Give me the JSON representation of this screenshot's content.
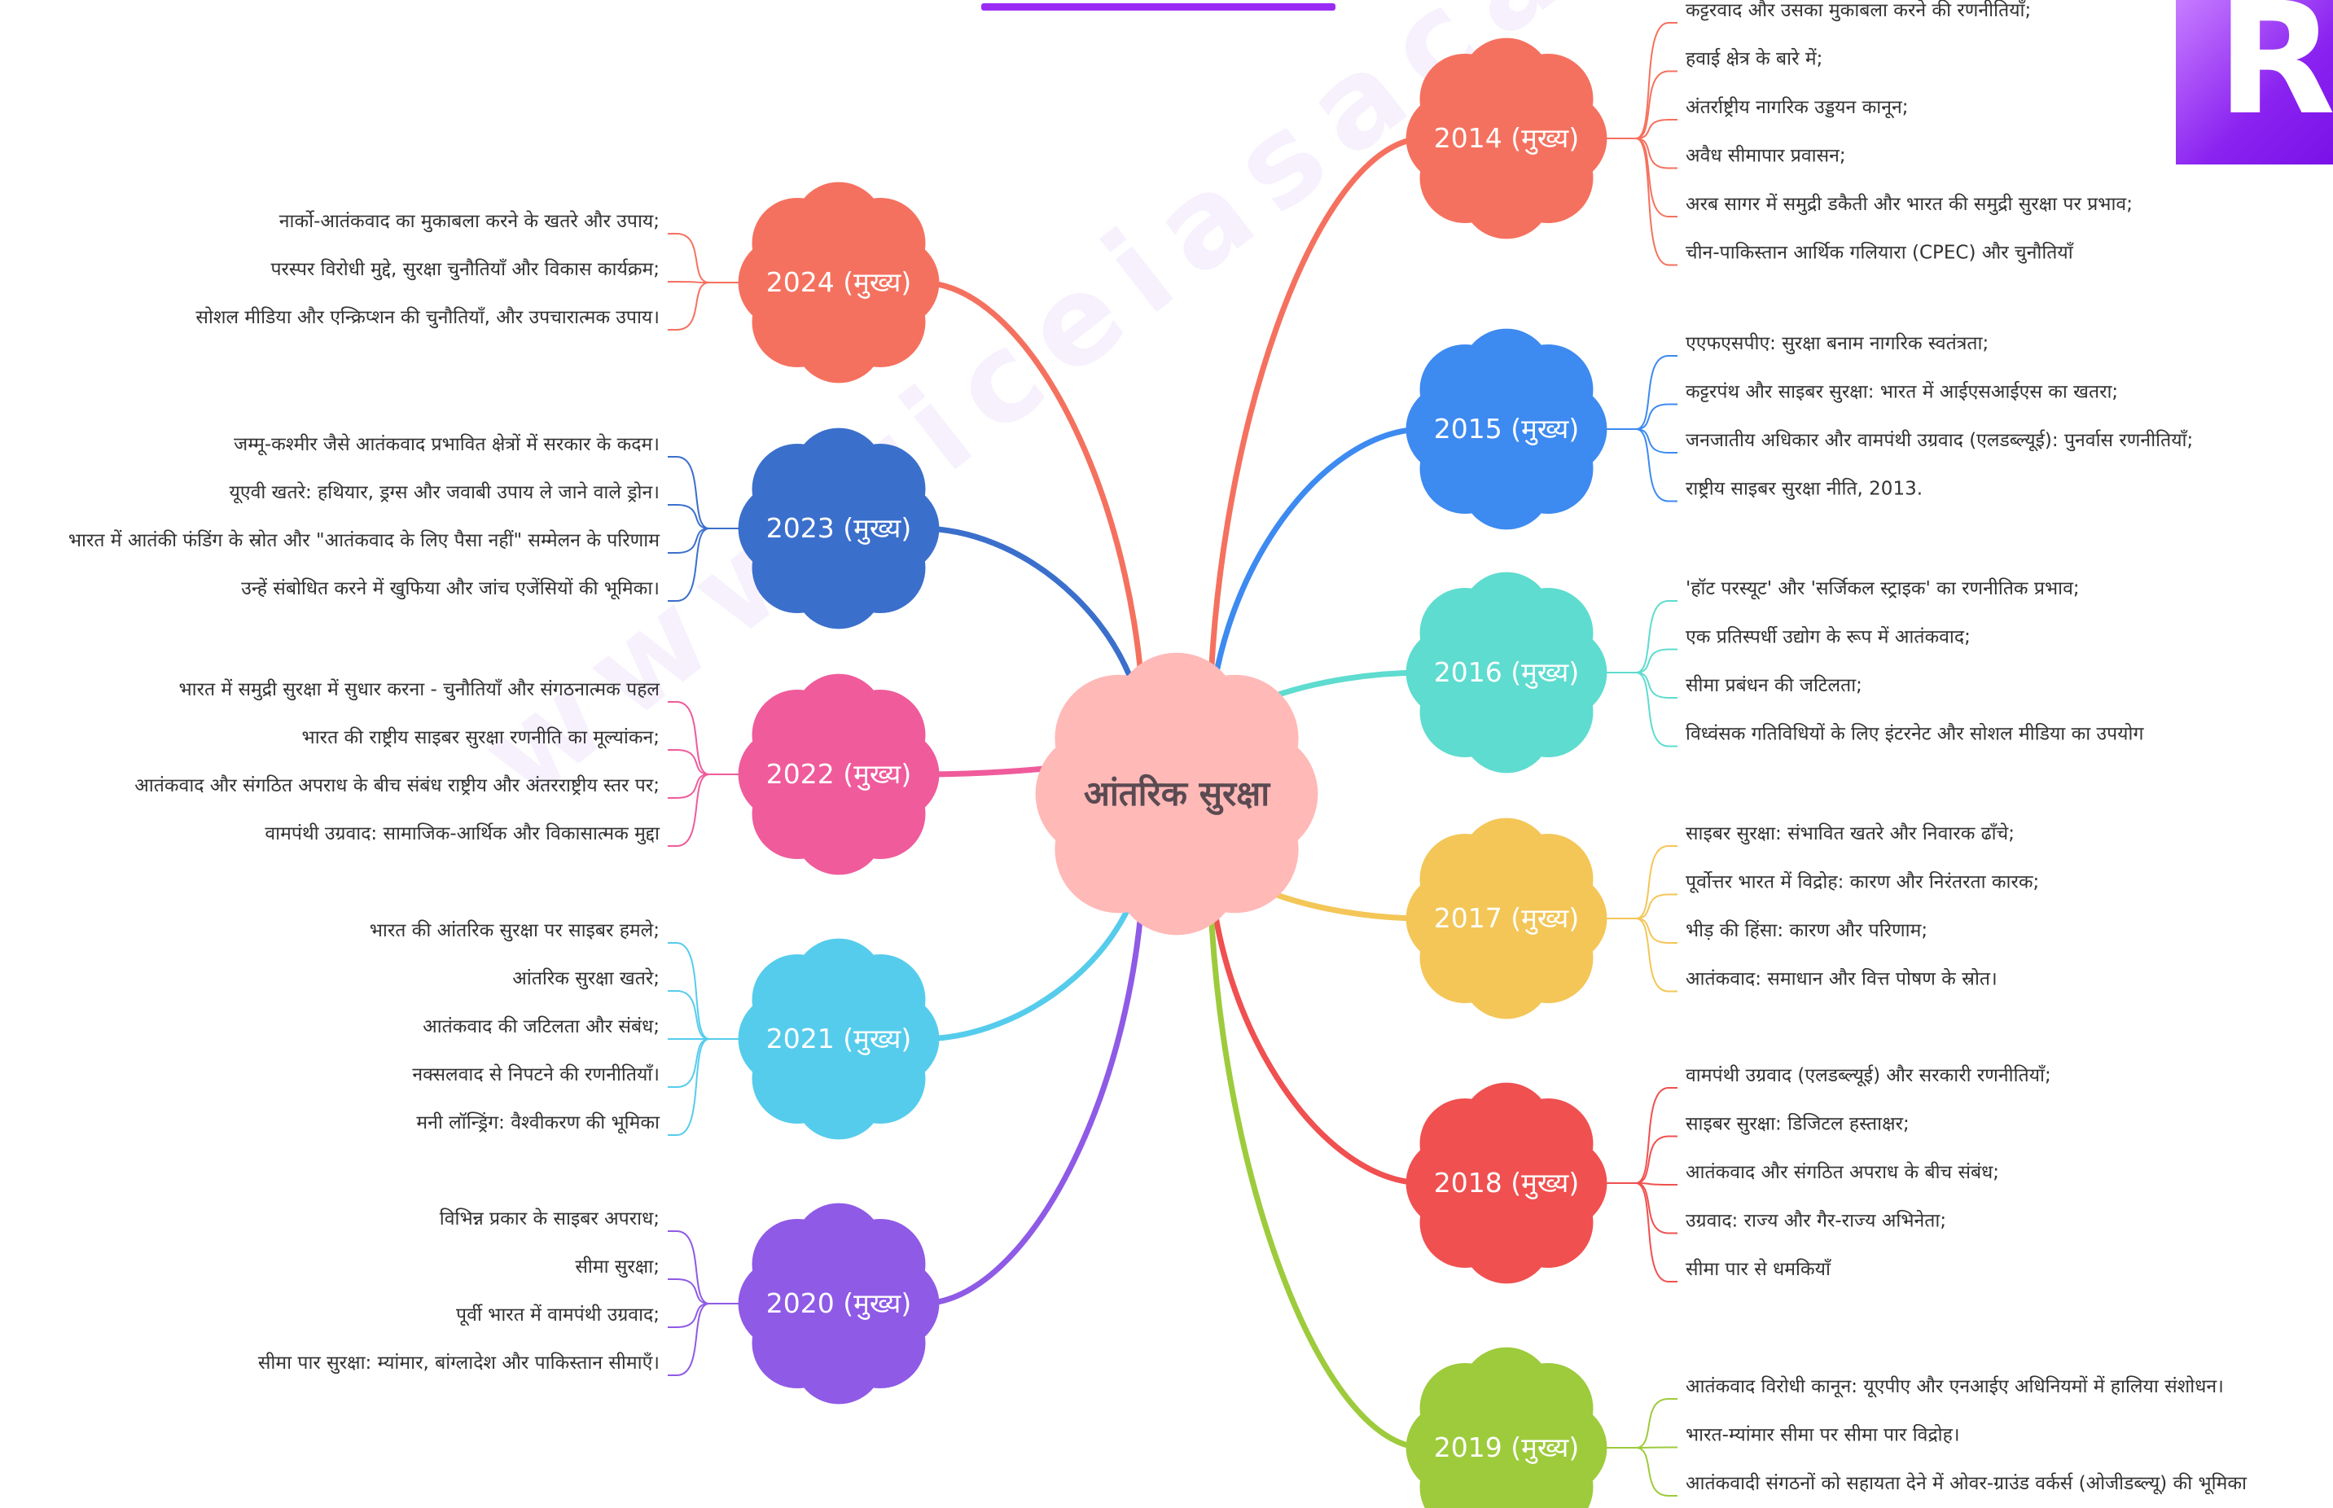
{
  "center": {
    "label": "आंतरिक सुरक्षा",
    "color": "#ffb9b7",
    "text_color": "#5a4a52"
  },
  "watermark": "www.riceiasacademy.com",
  "branches": [
    {
      "year_label": "2014 (मुख्य)",
      "color": "#f5715f",
      "side": "right",
      "topics": [
        "कट्टरवाद और उसका मुकाबला करने की रणनीतियाँ;",
        "हवाई क्षेत्र के बारे में;",
        "अंतर्राष्ट्रीय नागरिक उड्डयन कानून;",
        "अवैध सीमापार प्रवासन;",
        "अरब सागर में समुद्री डकैती और भारत की समुद्री सुरक्षा पर प्रभाव;",
        "चीन-पाकिस्तान आर्थिक गलियारा (CPEC) और चुनौतियाँ"
      ]
    },
    {
      "year_label": "2015 (मुख्य)",
      "color": "#3d8af0",
      "side": "right",
      "topics": [
        "एएफएसपीए: सुरक्षा बनाम नागरिक स्वतंत्रता;",
        "कट्टरपंथ और साइबर सुरक्षा: भारत में आईएसआईएस का खतरा;",
        "जनजातीय अधिकार और वामपंथी उग्रवाद (एलडब्ल्यूई): पुनर्वास रणनीतियाँ;",
        "राष्ट्रीय साइबर सुरक्षा नीति, 2013."
      ]
    },
    {
      "year_label": "2016 (मुख्य)",
      "color": "#5edccf",
      "side": "right",
      "topics": [
        "'हॉट परस्यूट' और 'सर्जिकल स्ट्राइक' का रणनीतिक प्रभाव;",
        "एक प्रतिस्पर्धी उद्योग के रूप में आतंकवाद;",
        "सीमा प्रबंधन की जटिलता;",
        "विध्वंसक गतिविधियों के लिए इंटरनेट और सोशल मीडिया का उपयोग"
      ]
    },
    {
      "year_label": "2017 (मुख्य)",
      "color": "#f3c657",
      "side": "right",
      "topics": [
        "साइबर सुरक्षा: संभावित खतरे और निवारक ढाँचे;",
        "पूर्वोत्तर भारत में विद्रोह: कारण और निरंतरता कारक;",
        "भीड़ की हिंसा: कारण और परिणाम;",
        "आतंकवाद: समाधान और वित्त पोषण के स्रोत।"
      ]
    },
    {
      "year_label": "2018 (मुख्य)",
      "color": "#f05050",
      "side": "right",
      "topics": [
        "वामपंथी उग्रवाद (एलडब्ल्यूई) और सरकारी रणनीतियाँ;",
        "साइबर सुरक्षा: डिजिटल हस्ताक्षर;",
        "आतंकवाद और संगठित अपराध के बीच संबंध;",
        "उग्रवाद: राज्य और गैर-राज्य अभिनेता;",
        "सीमा पार से धमकियाँ"
      ]
    },
    {
      "year_label": "2019 (मुख्य)",
      "color": "#9dcb3c",
      "side": "right",
      "topics": [
        "आतंकवाद विरोधी कानून: यूएपीए और एनआईए अधिनियमों में हालिया संशोधन।",
        "भारत-म्यांमार सीमा पर सीमा पार विद्रोह।",
        "आतंकवादी संगठनों को सहायता देने में ओवर-ग्राउंड वर्कर्स (ओजीडब्ल्यू) की भूमिका"
      ]
    },
    {
      "year_label": "2024 (मुख्य)",
      "color": "#f5715f",
      "side": "left",
      "topics": [
        "नार्को-आतंकवाद का मुकाबला करने के खतरे और उपाय;",
        "परस्पर विरोधी मुद्दे, सुरक्षा चुनौतियाँ और विकास कार्यक्रम;",
        "सोशल मीडिया और एन्क्रिप्शन की चुनौतियाँ, और उपचारात्मक उपाय।"
      ]
    },
    {
      "year_label": "2023 (मुख्य)",
      "color": "#3b6fcc",
      "side": "left",
      "topics": [
        "जम्मू-कश्मीर जैसे आतंकवाद प्रभावित क्षेत्रों में सरकार के कदम।",
        "यूएवी खतरे: हथियार, ड्रग्स और जवाबी उपाय ले जाने वाले ड्रोन।",
        "भारत में आतंकी फंडिंग के स्रोत और \"आतंकवाद के लिए पैसा नहीं\" सम्मेलन के परिणाम",
        "उन्हें संबोधित करने में खुफिया और जांच एजेंसियों की भूमिका।"
      ]
    },
    {
      "year_label": "2022 (मुख्य)",
      "color": "#ef5b9b",
      "side": "left",
      "topics": [
        "भारत में समुद्री सुरक्षा में सुधार करना - चुनौतियाँ और संगठनात्मक पहल",
        "भारत की राष्ट्रीय साइबर सुरक्षा रणनीति का मूल्यांकन;",
        "आतंकवाद और संगठित अपराध के बीच संबंध राष्ट्रीय और अंतरराष्ट्रीय स्तर पर;",
        "वामपंथी उग्रवाद: सामाजिक-आर्थिक और विकासात्मक मुद्दा"
      ]
    },
    {
      "year_label": "2021 (मुख्य)",
      "color": "#56ccec",
      "side": "left",
      "topics": [
        "भारत की आंतरिक सुरक्षा पर साइबर हमले;",
        "आंतरिक सुरक्षा खतरे;",
        "आतंकवाद की जटिलता और संबंध;",
        "नक्सलवाद से निपटने की रणनीतियाँ।",
        "मनी लॉन्ड्रिंग: वैश्वीकरण की भूमिका"
      ]
    },
    {
      "year_label": "2020 (मुख्य)",
      "color": "#8e5ae6",
      "side": "left",
      "topics": [
        "विभिन्न प्रकार के साइबर अपराध;",
        "सीमा सुरक्षा;",
        "पूर्वी भारत में वामपंथी उग्रवाद;",
        "सीमा पार सुरक्षा: म्यांमार, बांग्लादेश और पाकिस्तान सीमाएँ।"
      ]
    }
  ]
}
